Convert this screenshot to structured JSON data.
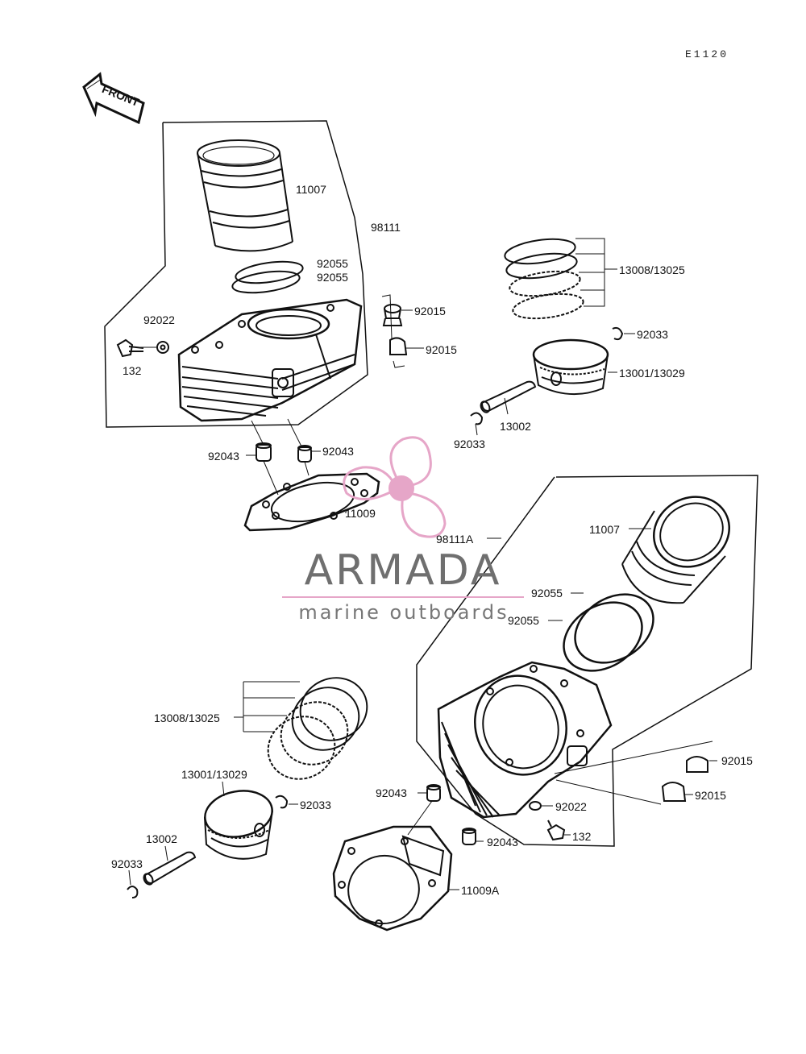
{
  "diagram_code": "E1120",
  "front_arrow": {
    "label": "FRONT",
    "icon": "front-direction-arrow-icon"
  },
  "watermark": {
    "brand": "ARMADA",
    "tagline": "marine outboards",
    "accent_color": "#e6a6c8",
    "text_color": "#6f6f6f",
    "icon": "propeller-logo-icon"
  },
  "front_cylinder": {
    "assembly": "98111",
    "liner": "11007",
    "oring_a": "92055",
    "oring_b": "92055",
    "washer": "92022",
    "bolt": "132",
    "plug_a": "92015",
    "plug_b": "92015",
    "dowel_left": "92043",
    "dowel_right": "92043",
    "gasket": "11009",
    "rings": "13008/13025",
    "piston": "13001/13029",
    "pin": "13002",
    "clip_a": "92033",
    "clip_b": "92033"
  },
  "rear_cylinder": {
    "assembly": "98111A",
    "liner": "11007",
    "oring_a": "92055",
    "oring_b": "92055",
    "rings": "13008/13025",
    "piston": "13001/13029",
    "clip_a": "92033",
    "pin": "13002",
    "clip_b": "92033",
    "dowel_a": "92043",
    "dowel_b": "92043",
    "washer": "92022",
    "bolt": "132",
    "plug_a": "92015",
    "plug_b": "92015",
    "gasket": "11009A"
  }
}
